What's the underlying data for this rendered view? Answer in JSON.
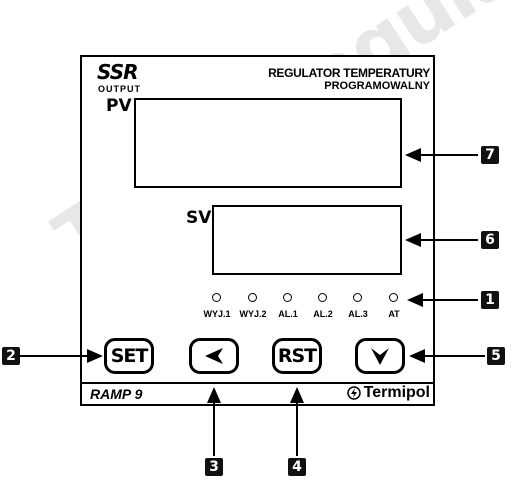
{
  "header": {
    "ssr": "SSR",
    "output": "OUTPUT",
    "title_line1": "REGULATOR TEMPERATURY",
    "title_line2": "PROGRAMOWALNY"
  },
  "displays": {
    "pv_label": "PV",
    "sv_label": "SV"
  },
  "leds": [
    {
      "label": "WYJ.1"
    },
    {
      "label": "WYJ.2"
    },
    {
      "label": "AL.1"
    },
    {
      "label": "AL.2"
    },
    {
      "label": "AL.3"
    },
    {
      "label": "AT"
    }
  ],
  "buttons": {
    "set": "SET",
    "rst": "RST",
    "left_icon": "chevron-left-icon",
    "down_icon": "chevron-down-icon"
  },
  "footer": {
    "model": "RAMP 9",
    "brand": "Termipol",
    "brand_icon": "lightning-circle-icon"
  },
  "callouts": [
    "1",
    "2",
    "3",
    "4",
    "5",
    "6",
    "7"
  ],
  "watermark": "Termoregulatory.pl",
  "colors": {
    "line": "#000000",
    "callout_bg": "#111111",
    "background": "#ffffff"
  }
}
